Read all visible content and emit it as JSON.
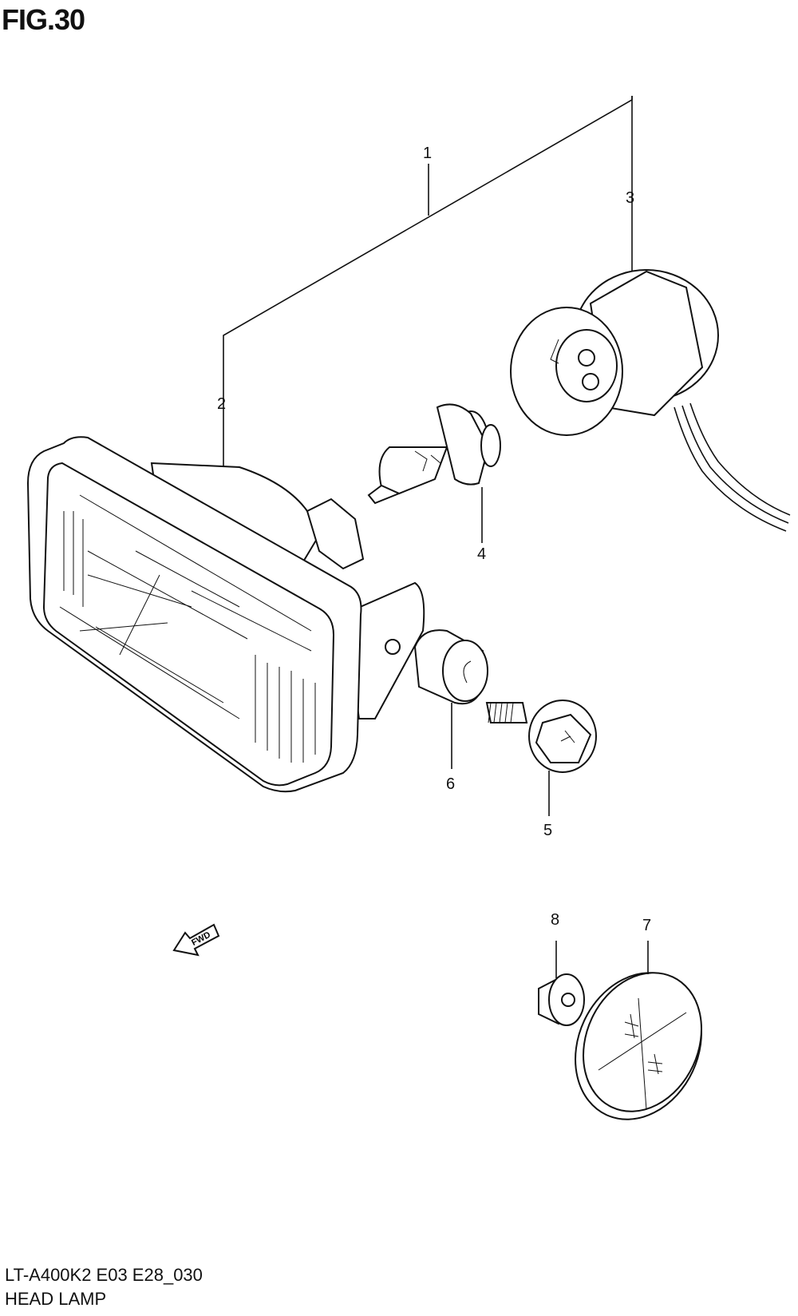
{
  "figure": {
    "title": "FIG.30"
  },
  "callouts": [
    {
      "id": "1",
      "label": "1"
    },
    {
      "id": "2",
      "label": "2"
    },
    {
      "id": "3",
      "label": "3"
    },
    {
      "id": "4",
      "label": "4"
    },
    {
      "id": "5",
      "label": "5"
    },
    {
      "id": "6",
      "label": "6"
    },
    {
      "id": "7",
      "label": "7"
    },
    {
      "id": "8",
      "label": "8"
    }
  ],
  "fwd_arrow": {
    "label": "FWD"
  },
  "footer": {
    "model_code": "LT-A400K2 E03 E28_030",
    "section_name": "HEAD LAMP"
  }
}
